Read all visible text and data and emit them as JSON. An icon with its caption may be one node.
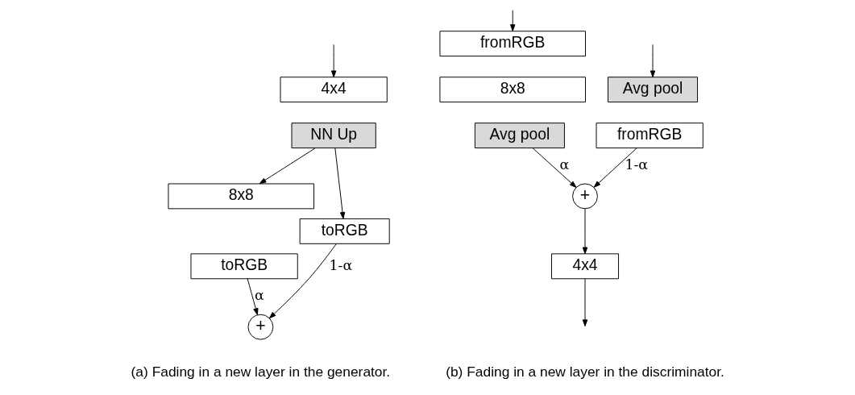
{
  "diagram": {
    "nodes": [
      {
        "text": [
          "4x4"
        ]
      },
      {
        "text": [
          "NN Up"
        ]
      },
      {
        "text": [
          "8x8"
        ]
      },
      {
        "text": [
          "toRGB"
        ]
      },
      {
        "text": [
          "toRGB"
        ]
      },
      {
        "text": [
          "+"
        ]
      },
      {
        "text": [
          "fromRGB"
        ]
      },
      {
        "text": [
          "8x8"
        ]
      },
      {
        "text": [
          "Avg pool"
        ]
      },
      {
        "text": [
          "Avg pool"
        ]
      },
      {
        "text": [
          "fromRGB"
        ]
      },
      {
        "text": [
          "+"
        ]
      },
      {
        "text": [
          "4x4"
        ]
      }
    ],
    "edges": [
      {
        "from": null,
        "to": 0,
        "arrow": "to"
      },
      {
        "from": 1,
        "to": 2,
        "arrow": "to"
      },
      {
        "from": 1,
        "to": 3,
        "arrow": "to"
      },
      {
        "from": 3,
        "to": 5,
        "arrow": "to",
        "label": "1-α"
      },
      {
        "from": 4,
        "to": 5,
        "arrow": "to",
        "label": "α"
      },
      {
        "from": null,
        "to": 6,
        "arrow": "to"
      },
      {
        "from": null,
        "to": 9,
        "arrow": "to"
      },
      {
        "from": 8,
        "to": 11,
        "arrow": "to",
        "label": "α"
      },
      {
        "from": 10,
        "to": 11,
        "arrow": "to",
        "label": "1-α"
      },
      {
        "from": 11,
        "to": 12,
        "arrow": "to"
      },
      {
        "from": 12,
        "to": null,
        "arrow": "to"
      }
    ],
    "labels": [
      "(a) Fading in a new layer in the generator.",
      "(b) Fading in a new layer in the discriminator."
    ]
  }
}
